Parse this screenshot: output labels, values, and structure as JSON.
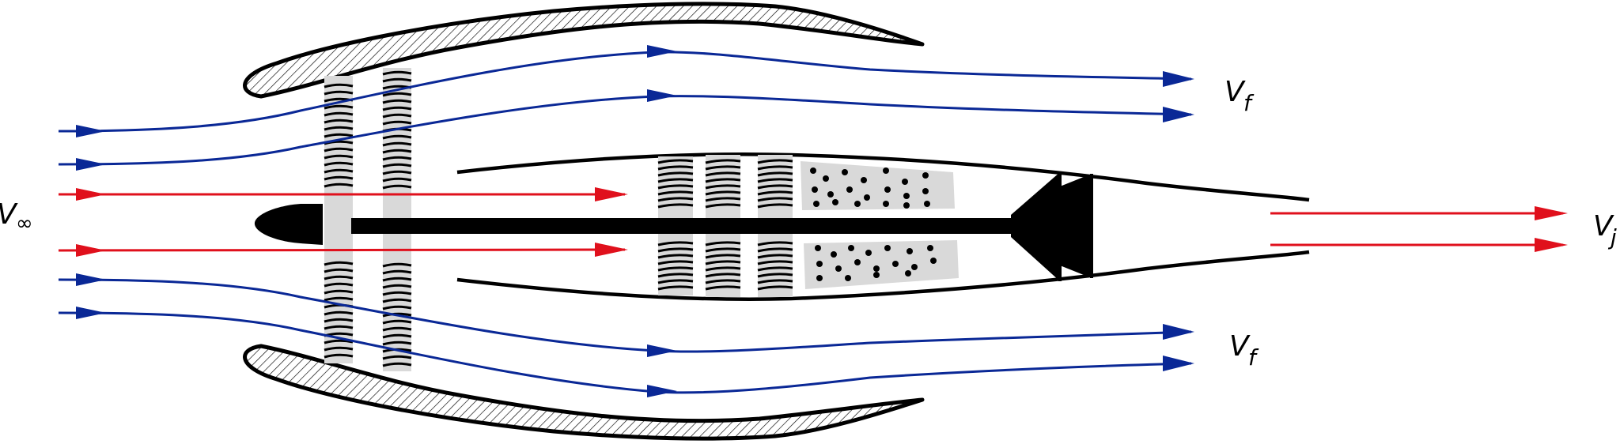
{
  "labels": {
    "v_inf": {
      "main": "V",
      "sub": "∞"
    },
    "v_f_top": {
      "main": "V",
      "sub": "f"
    },
    "v_f_bottom": {
      "main": "V",
      "sub": "f"
    },
    "v_j": {
      "main": "V",
      "sub": "j"
    }
  },
  "colors": {
    "bypass_flow": "#0a2896",
    "core_flow": "#e0101c",
    "structure": "#000000",
    "blade_background": "#d9d9d9"
  },
  "icons": {
    "arrowhead": "triangle-arrowhead"
  }
}
